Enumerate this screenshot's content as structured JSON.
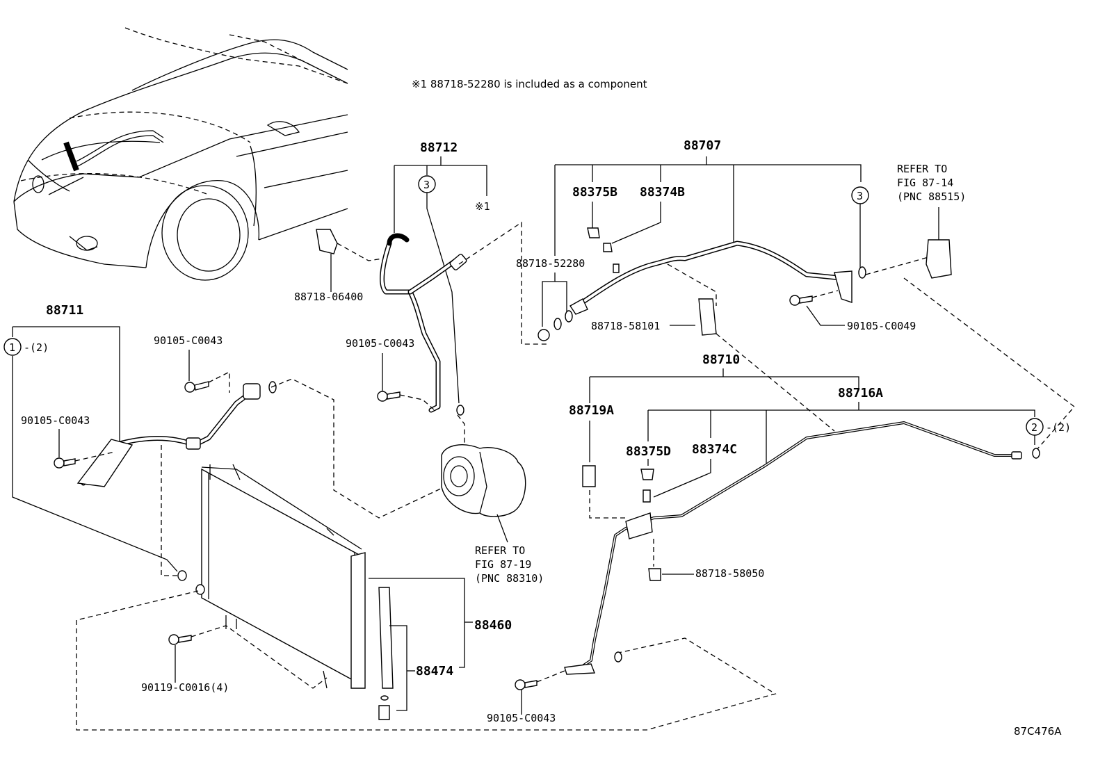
{
  "note": "※1  88718-52280 is included as a component",
  "diagram_code": "87C476A",
  "callouts": {
    "c1": "1",
    "c1_qty": "-(2)",
    "c2": "2",
    "c2_qty": "-(2)",
    "c3a": "3",
    "c3b": "3",
    "ref1": "※1"
  },
  "parts": {
    "p88711": "88711",
    "p88712": "88712",
    "p88707": "88707",
    "p88710": "88710",
    "p88460": "88460",
    "p88474": "88474",
    "p88375B": "88375B",
    "p88374B": "88374B",
    "p88375D": "88375D",
    "p88374C": "88374C",
    "p88719A": "88719A",
    "p88716A": "88716A",
    "p88718_52280": "88718-52280",
    "p88718_06400": "88718-06400",
    "p88718_58101": "88718-58101",
    "p88718_58050": "88718-58050",
    "p90105_C0043_a": "90105-C0043",
    "p90105_C0043_b": "90105-C0043",
    "p90105_C0043_c": "90105-C0043",
    "p90105_C0043_d": "90105-C0043",
    "p90105_C0049": "90105-C0049",
    "p90119_C0016": "90119-C0016(4)"
  },
  "refs": {
    "r1": [
      "REFER TO",
      "FIG 87-14",
      "(PNC 88515)"
    ],
    "r2": [
      "REFER TO",
      "FIG 87-19",
      "(PNC 88310)"
    ]
  }
}
